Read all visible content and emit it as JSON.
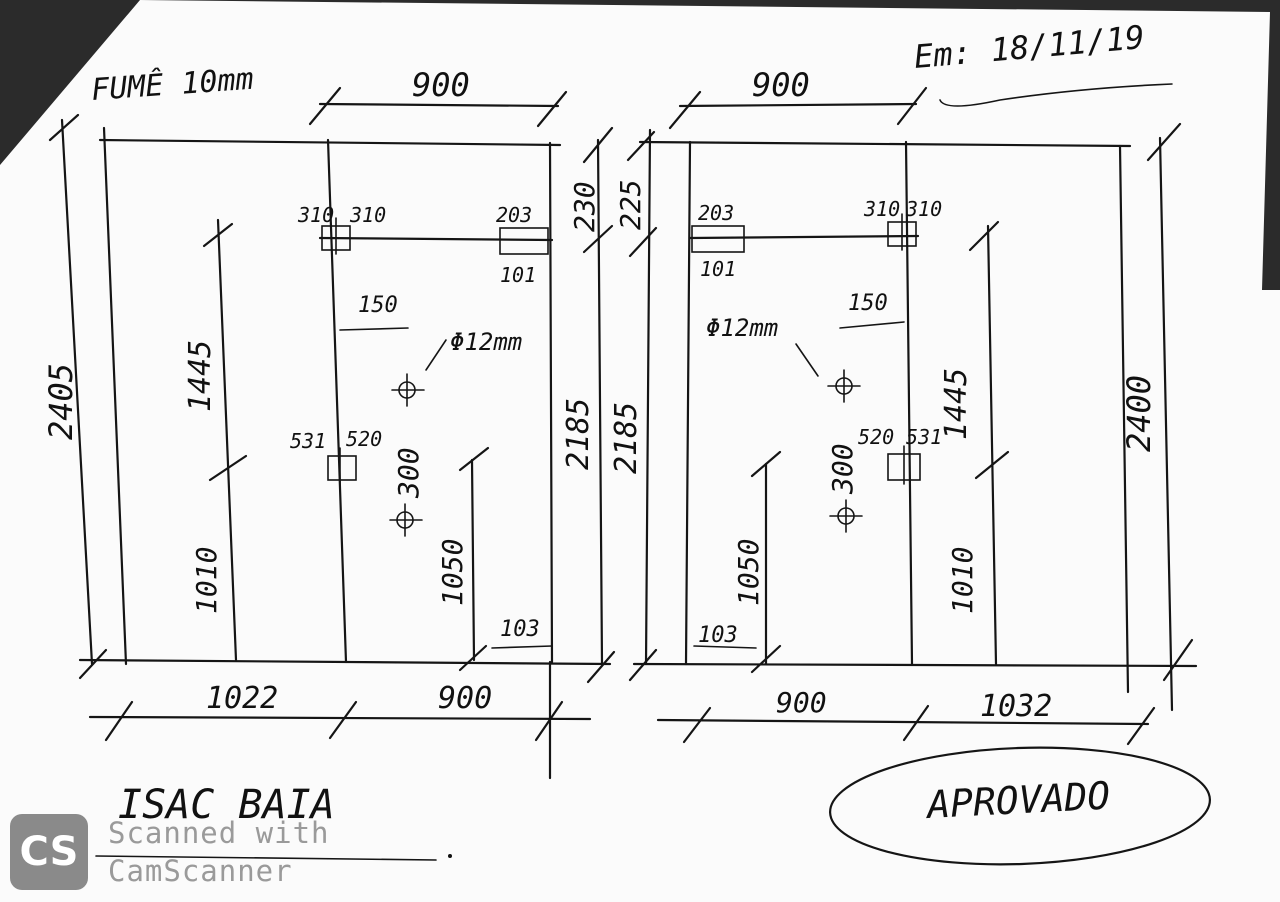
{
  "header": {
    "left_note": "FUMÊ 10mm",
    "date": "Em: 18/11/19"
  },
  "left_panel": {
    "top_dim": "900",
    "overall_height": "2405",
    "right_height": "2185",
    "top_offset": "230",
    "hinge_top": [
      "310",
      "310"
    ],
    "hinge_mid": [
      "531",
      "520"
    ],
    "cut_width": "203",
    "cut_height": "101",
    "offset_150": "150",
    "hole": "Φ12mm",
    "hole_spacing": "300",
    "upper_height": "1445",
    "lower_height": "1010",
    "handle_height": "1050",
    "handle_bottom": "103",
    "bottom_left": "1022",
    "bottom_right": "900"
  },
  "right_panel": {
    "top_dim": "900",
    "top_offset": "225",
    "left_height": "2185",
    "overall_height": "2400",
    "hinge_top": [
      "310",
      "310"
    ],
    "hinge_mid": [
      "520",
      "531"
    ],
    "cut_width": "203",
    "cut_height": "101",
    "offset_150": "150",
    "hole": "Φ12mm",
    "hole_spacing": "300",
    "upper_height": "1445",
    "lower_height": "1010",
    "handle_height": "1050",
    "handle_bottom": "103",
    "bottom_left": "900",
    "bottom_right": "1032"
  },
  "footer": {
    "signature_left": "ISAC BAIA",
    "stamp": "APROVADO"
  },
  "watermark": {
    "logo": "CS",
    "line1": "Scanned with",
    "line2": "CamScanner"
  }
}
